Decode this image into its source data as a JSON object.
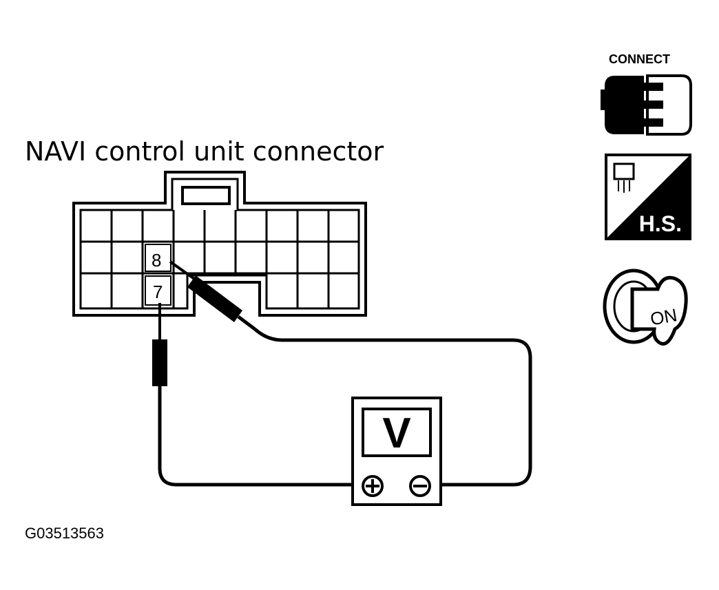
{
  "diagram": {
    "title": "NAVI control unit connector",
    "pins": {
      "upper": "8",
      "lower": "7"
    },
    "meter": {
      "label": "V",
      "positive": "+",
      "negative": "-"
    },
    "icons": {
      "connect": {
        "label": "CONNECT",
        "icon": "connector-plug-icon"
      },
      "harness": {
        "label": "H.S.",
        "icon": "harness-side-icon"
      },
      "ignition": {
        "label": "ON",
        "icon": "ignition-key-on-icon"
      }
    },
    "figure_code": "G03513563"
  }
}
